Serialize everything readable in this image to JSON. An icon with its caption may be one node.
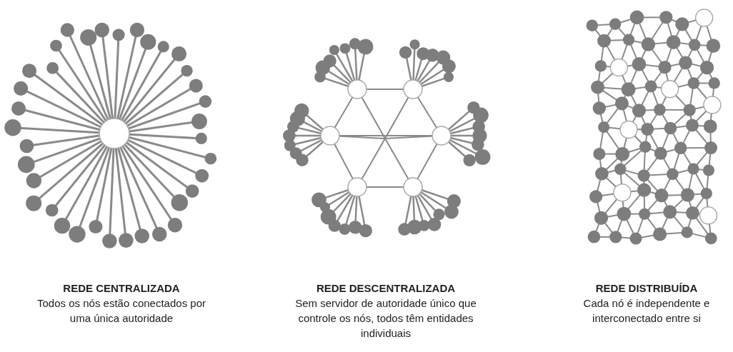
{
  "diagram": {
    "labels": [
      "REDE CENTRALIZADA",
      "Todos os nós estão conectados por uma única autoridade",
      "REDE DESCENTRALIZADA",
      "Sem servidor de autoridade único que controle os nós, todos têm entidades individuais",
      "REDE DISTRIBUÍDA",
      "Cada nó é independente e interconectado entre si"
    ]
  }
}
